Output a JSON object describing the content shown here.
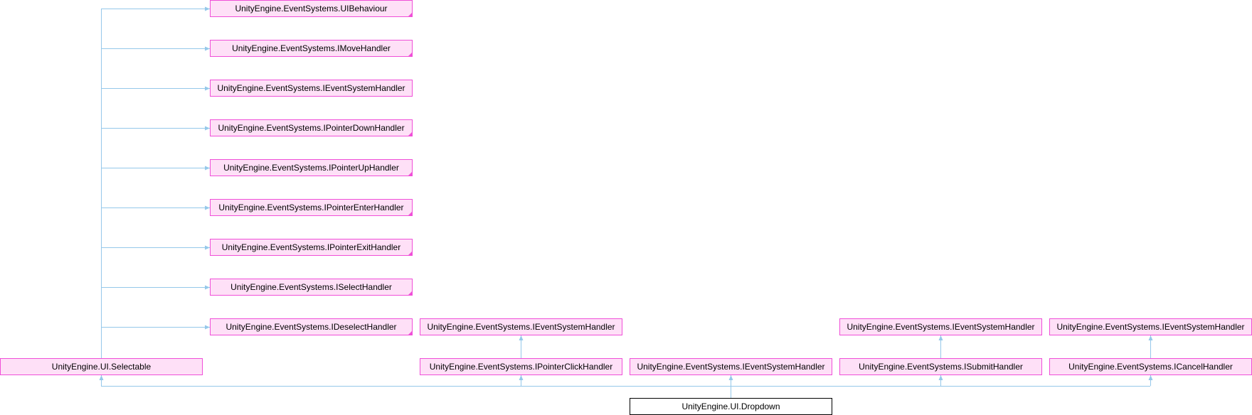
{
  "diagram": {
    "colors": {
      "node_fill": "#fee0f7",
      "node_border": "#f04fd8",
      "edge": "#95c8ea",
      "main_border": "#000000"
    },
    "main_class": "UnityEngine.UI.Dropdown",
    "selectable": "UnityEngine.UI.Selectable",
    "selectable_bases": [
      "UnityEngine.EventSystems.UIBehaviour",
      "UnityEngine.EventSystems.IMoveHandler",
      "UnityEngine.EventSystems.IEventSystemHandler",
      "UnityEngine.EventSystems.IPointerDownHandler",
      "UnityEngine.EventSystems.IPointerUpHandler",
      "UnityEngine.EventSystems.IPointerEnterHandler",
      "UnityEngine.EventSystems.IPointerExitHandler",
      "UnityEngine.EventSystems.ISelectHandler",
      "UnityEngine.EventSystems.IDeselectHandler"
    ],
    "pointer_click": "UnityEngine.EventSystems.IPointerClickHandler",
    "pointer_click_base": "UnityEngine.EventSystems.IEventSystemHandler",
    "direct_event_system_handler": "UnityEngine.EventSystems.IEventSystemHandler",
    "submit": "UnityEngine.EventSystems.ISubmitHandler",
    "submit_base": "UnityEngine.EventSystems.IEventSystemHandler",
    "cancel": "UnityEngine.EventSystems.ICancelHandler",
    "cancel_base": "UnityEngine.EventSystems.IEventSystemHandler"
  }
}
